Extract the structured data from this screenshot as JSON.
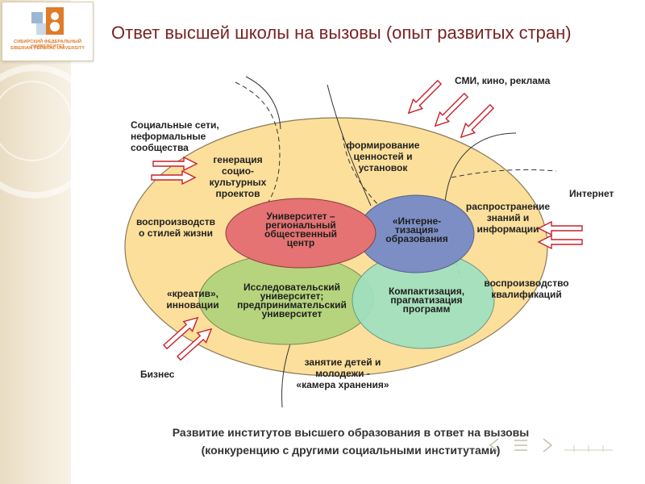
{
  "logo": {
    "line1": "СИБИРСКИЙ ФЕДЕРАЛЬНЫЙ УНИВЕРСИТЕТ",
    "line2": "SIBERIAN FEDERAL UNIVERSITY",
    "colors": {
      "blue": "#9bb7d4",
      "orange": "#e07b28"
    }
  },
  "title": "Ответ высшей школы на вызовы (опыт развитых стран)",
  "diagram": {
    "outer_labels": {
      "media": "СМИ, кино, реклама",
      "social_networks": [
        "Социальные сети,",
        "неформальные",
        "сообщества"
      ],
      "internet": "Интернет",
      "business": "Бизнес"
    },
    "ellipse_labels": {
      "projects": [
        "генерация",
        "социо-",
        "культурных",
        "проектов"
      ],
      "values": [
        "формирование",
        "ценностей и",
        "установок"
      ],
      "lifestyles": [
        "воспроизводств",
        "о стилей жизни"
      ],
      "knowledge": [
        "распространение",
        "знаний и",
        "информации"
      ],
      "creative": [
        "«креатив»,",
        "инновации"
      ],
      "qualifications": [
        "воспроизводство",
        "квалификаций"
      ],
      "youth": [
        "занятие детей и",
        "молодежи -",
        "«камера хранения»"
      ]
    },
    "circles": {
      "regional": [
        "Университет –",
        "региональный",
        "общественный",
        "центр"
      ],
      "internet": [
        "«Интерне-",
        "тизация»",
        "образования"
      ],
      "research": [
        "Исследовательский",
        "университет;",
        "предпринимательский",
        "университет"
      ],
      "compact": [
        "Компактизация,",
        "прагматизация",
        "программ"
      ]
    },
    "colors": {
      "ellipse_fill": "#fcdf9b",
      "regional_fill": "#e57373",
      "internet_fill": "#7d8ec4",
      "research_fill": "#b5d47d",
      "compact_fill": "#9fe0bf",
      "arrow_stroke": "#c8202a"
    }
  },
  "caption": [
    "Развитие институтов высшего образования в ответ на вызовы",
    "(конкуренцию с другими социальными институтами)"
  ]
}
